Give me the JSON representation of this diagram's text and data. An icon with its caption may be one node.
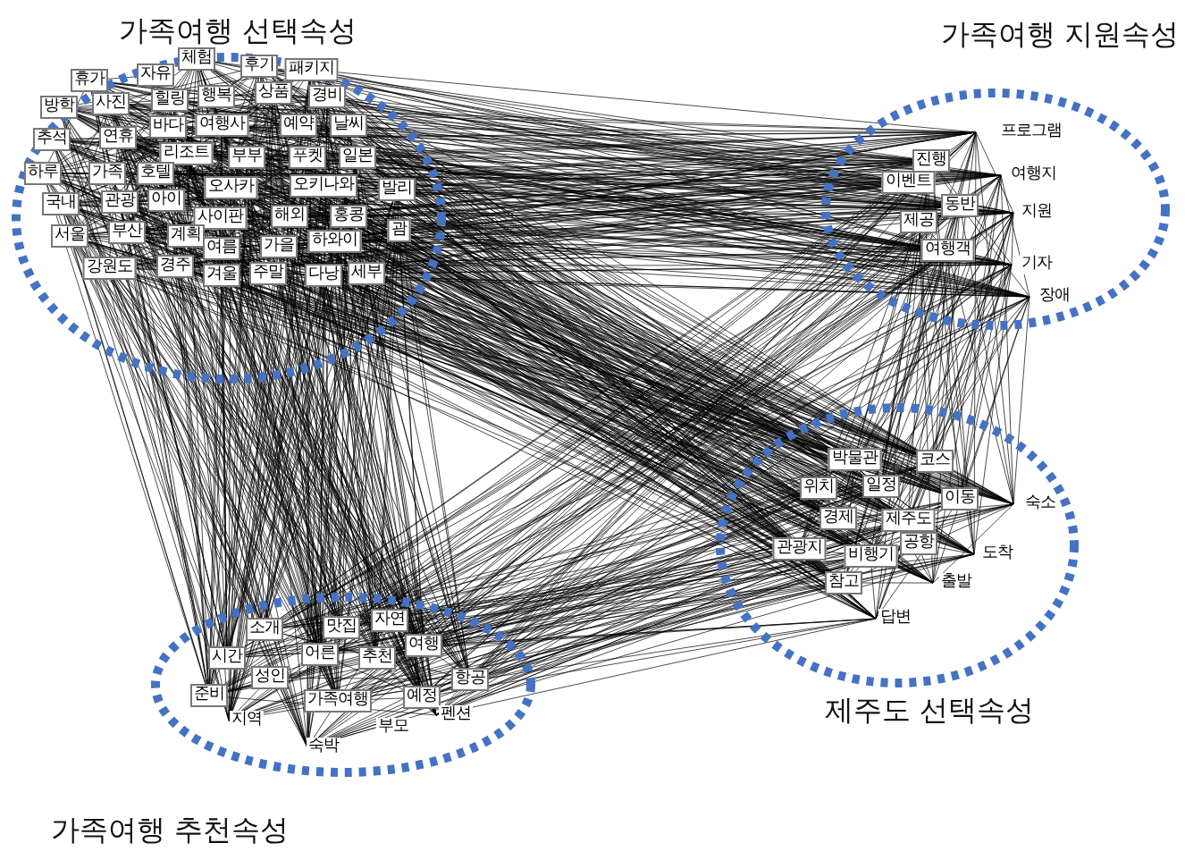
{
  "diagram": {
    "nodes": [
      {
        "text": [
          "가족여행 선택속성"
        ]
      },
      {
        "text": [
          "휴가"
        ],
        "in": 0
      },
      {
        "text": [
          "자유"
        ],
        "in": 0
      },
      {
        "text": [
          "체험"
        ],
        "in": 0
      },
      {
        "text": [
          "후기"
        ],
        "in": 0
      },
      {
        "text": [
          "패키지"
        ],
        "in": 0
      },
      {
        "text": [
          "방학"
        ],
        "in": 0
      },
      {
        "text": [
          "사진"
        ],
        "in": 0
      },
      {
        "text": [
          "힐링"
        ],
        "in": 0
      },
      {
        "text": [
          "행복"
        ],
        "in": 0
      },
      {
        "text": [
          "상품"
        ],
        "in": 0
      },
      {
        "text": [
          "경비"
        ],
        "in": 0
      },
      {
        "text": [
          "추석"
        ],
        "in": 0
      },
      {
        "text": [
          "연휴"
        ],
        "in": 0
      },
      {
        "text": [
          "바다"
        ],
        "in": 0
      },
      {
        "text": [
          "여행사"
        ],
        "in": 0
      },
      {
        "text": [
          "예약"
        ],
        "in": 0
      },
      {
        "text": [
          "날씨"
        ],
        "in": 0
      },
      {
        "text": [
          "리조트"
        ],
        "in": 0
      },
      {
        "text": [
          "부부"
        ],
        "in": 0
      },
      {
        "text": [
          "푸켓"
        ],
        "in": 0
      },
      {
        "text": [
          "일본"
        ],
        "in": 0
      },
      {
        "text": [
          "하루"
        ],
        "in": 0
      },
      {
        "text": [
          "가족"
        ],
        "in": 0
      },
      {
        "text": [
          "호텔"
        ],
        "in": 0
      },
      {
        "text": [
          "오사카"
        ],
        "in": 0
      },
      {
        "text": [
          "오키나와"
        ],
        "in": 0
      },
      {
        "text": [
          "발리"
        ],
        "in": 0
      },
      {
        "text": [
          "국내"
        ],
        "in": 0
      },
      {
        "text": [
          "관광"
        ],
        "in": 0
      },
      {
        "text": [
          "아이"
        ],
        "in": 0
      },
      {
        "text": [
          "사이판"
        ],
        "in": 0
      },
      {
        "text": [
          "해외"
        ],
        "in": 0
      },
      {
        "text": [
          "홍콩"
        ],
        "in": 0
      },
      {
        "text": [
          "괌"
        ],
        "in": 0
      },
      {
        "text": [
          "서울"
        ],
        "in": 0
      },
      {
        "text": [
          "부산"
        ],
        "in": 0
      },
      {
        "text": [
          "계획"
        ],
        "in": 0
      },
      {
        "text": [
          "여름"
        ],
        "in": 0
      },
      {
        "text": [
          "가을"
        ],
        "in": 0
      },
      {
        "text": [
          "하와이"
        ],
        "in": 0
      },
      {
        "text": [
          "강원도"
        ],
        "in": 0
      },
      {
        "text": [
          "경주"
        ],
        "in": 0
      },
      {
        "text": [
          "겨울"
        ],
        "in": 0
      },
      {
        "text": [
          "주말"
        ],
        "in": 0
      },
      {
        "text": [
          "다낭"
        ],
        "in": 0
      },
      {
        "text": [
          "세부"
        ],
        "in": 0
      },
      {
        "text": [
          "가족여행 지원속성"
        ]
      },
      {
        "text": [
          "프로그램"
        ],
        "in": 47
      },
      {
        "text": [
          "진행"
        ],
        "in": 47
      },
      {
        "text": [
          "여행지"
        ],
        "in": 47
      },
      {
        "text": [
          "이벤트"
        ],
        "in": 47
      },
      {
        "text": [
          "동반"
        ],
        "in": 47
      },
      {
        "text": [
          "지원"
        ],
        "in": 47
      },
      {
        "text": [
          "제공"
        ],
        "in": 47
      },
      {
        "text": [
          "여행객"
        ],
        "in": 47
      },
      {
        "text": [
          "기자"
        ],
        "in": 47
      },
      {
        "text": [
          "장애"
        ],
        "in": 47
      },
      {
        "text": [
          "제주도 선택속성"
        ]
      },
      {
        "text": [
          "박물관"
        ],
        "in": 58
      },
      {
        "text": [
          "코스"
        ],
        "in": 58
      },
      {
        "text": [
          "위치"
        ],
        "in": 58
      },
      {
        "text": [
          "일정"
        ],
        "in": 58
      },
      {
        "text": [
          "이동"
        ],
        "in": 58
      },
      {
        "text": [
          "숙소"
        ],
        "in": 58
      },
      {
        "text": [
          "경제"
        ],
        "in": 58
      },
      {
        "text": [
          "제주도"
        ],
        "in": 58
      },
      {
        "text": [
          "관광지"
        ],
        "in": 58
      },
      {
        "text": [
          "공항"
        ],
        "in": 58
      },
      {
        "text": [
          "도착"
        ],
        "in": 58
      },
      {
        "text": [
          "비행기"
        ],
        "in": 58
      },
      {
        "text": [
          "참고"
        ],
        "in": 58
      },
      {
        "text": [
          "출발"
        ],
        "in": 58
      },
      {
        "text": [
          "답변"
        ],
        "in": 58
      },
      {
        "text": [
          "가족여행 추천속성"
        ]
      },
      {
        "text": [
          "자연"
        ],
        "in": 74
      },
      {
        "text": [
          "소개"
        ],
        "in": 74
      },
      {
        "text": [
          "맛집"
        ],
        "in": 74
      },
      {
        "text": [
          "여행"
        ],
        "in": 74
      },
      {
        "text": [
          "시간"
        ],
        "in": 74
      },
      {
        "text": [
          "어른"
        ],
        "in": 74
      },
      {
        "text": [
          "추천"
        ],
        "in": 74
      },
      {
        "text": [
          "성인"
        ],
        "in": 74
      },
      {
        "text": [
          "항공"
        ],
        "in": 74
      },
      {
        "text": [
          "준비"
        ],
        "in": 74
      },
      {
        "text": [
          "가족여행"
        ],
        "in": 74
      },
      {
        "text": [
          "예정"
        ],
        "in": 74
      },
      {
        "text": [
          "펜션"
        ],
        "in": 74
      },
      {
        "text": [
          "지역"
        ],
        "in": 74
      },
      {
        "text": [
          "부모"
        ],
        "in": 74
      },
      {
        "text": [
          "숙박"
        ],
        "in": 74
      }
    ]
  }
}
